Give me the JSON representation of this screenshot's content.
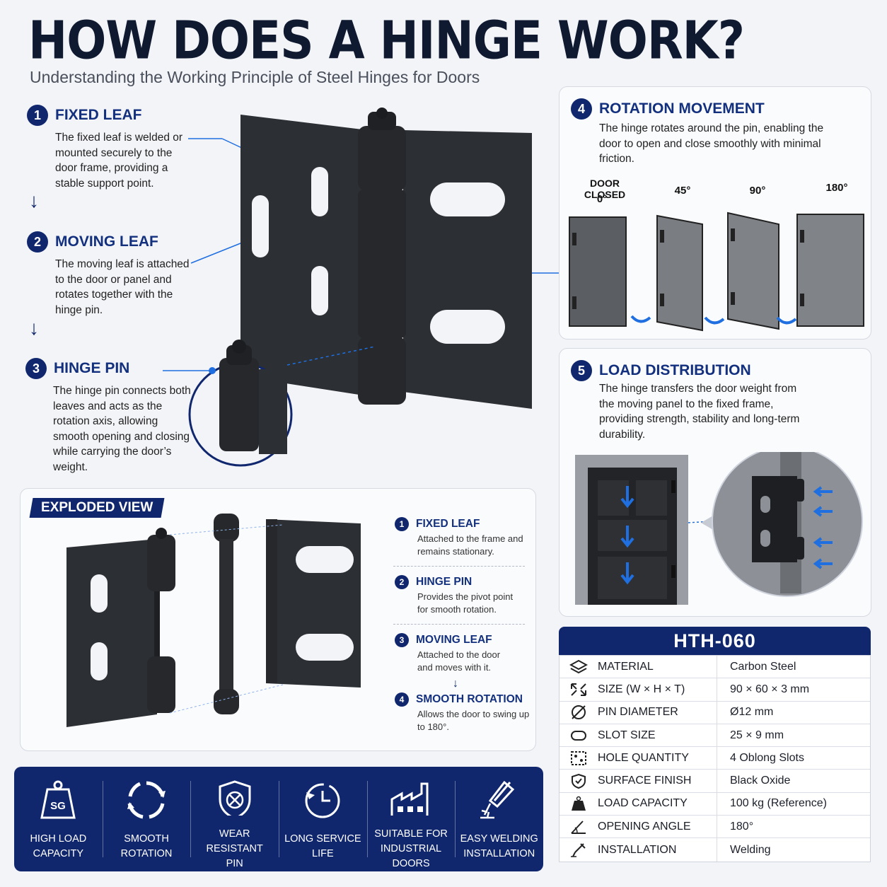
{
  "header": {
    "title": "HOW DOES A HINGE WORK?",
    "subtitle": "Understanding the Working Principle of Steel Hinges for Doors"
  },
  "steps": [
    {
      "num": "1",
      "title": "FIXED LEAF",
      "text": "The fixed leaf is welded or mounted securely to the door frame, providing a stable support point."
    },
    {
      "num": "2",
      "title": "MOVING LEAF",
      "text": "The moving leaf is attached to the door or panel and rotates together with the hinge pin."
    },
    {
      "num": "3",
      "title": "HINGE PIN",
      "text": "The hinge pin connects both leaves and acts as the rotation axis, allowing smooth opening and closing while carrying the door’s weight."
    }
  ],
  "rotation": {
    "num": "4",
    "title": "ROTATION MOVEMENT",
    "text": "The hinge rotates around the pin, enabling the door to open and close smoothly with minimal friction.",
    "closed_label": "DOOR CLOSED",
    "angles": [
      "0°",
      "45°",
      "90°",
      "180°"
    ]
  },
  "load": {
    "num": "5",
    "title": "LOAD DISTRIBUTION",
    "text": "The hinge transfers the door weight from the moving panel to the fixed frame, providing strength, stability and long-term durability."
  },
  "exploded": {
    "tag": "EXPLODED VIEW",
    "items": [
      {
        "num": "1",
        "title": "FIXED LEAF",
        "text": "Attached to the frame and remains stationary."
      },
      {
        "num": "2",
        "title": "HINGE PIN",
        "text": "Provides the pivot point for smooth rotation."
      },
      {
        "num": "3",
        "title": "MOVING LEAF",
        "text": "Attached to the door and moves with it."
      },
      {
        "num": "4",
        "title": "SMOOTH ROTATION",
        "text": "Allows the door to swing up to 180°."
      }
    ]
  },
  "specs": {
    "model": "HTH-060",
    "rows": [
      {
        "icon": "layers-icon",
        "label": "MATERIAL",
        "value": "Carbon Steel"
      },
      {
        "icon": "expand-icon",
        "label": "SIZE (W × H × T)",
        "value": "90 × 60 × 3 mm"
      },
      {
        "icon": "diameter-icon",
        "label": "PIN DIAMETER",
        "value": "Ø12 mm"
      },
      {
        "icon": "slot-icon",
        "label": "SLOT SIZE",
        "value": "25 × 9 mm"
      },
      {
        "icon": "holes-icon",
        "label": "HOLE QUANTITY",
        "value": "4 Oblong Slots"
      },
      {
        "icon": "shield-icon",
        "label": "SURFACE FINISH",
        "value": "Black Oxide"
      },
      {
        "icon": "weight-icon",
        "label": "LOAD CAPACITY",
        "value": "100 kg (Reference)"
      },
      {
        "icon": "angle-icon",
        "label": "OPENING ANGLE",
        "value": "180°"
      },
      {
        "icon": "welding-icon",
        "label": "INSTALLATION",
        "value": "Welding"
      }
    ]
  },
  "features": [
    {
      "icon": "weight-icon",
      "icon_text": "SG",
      "label_1": "HIGH LOAD",
      "label_2": "CAPACITY"
    },
    {
      "icon": "rotation-icon",
      "label_1": "SMOOTH",
      "label_2": "ROTATION"
    },
    {
      "icon": "shield-icon",
      "label_1": "WEAR RESISTANT",
      "label_2": "PIN"
    },
    {
      "icon": "clock-icon",
      "label_1": "LONG SERVICE",
      "label_2": "LIFE"
    },
    {
      "icon": "factory-icon",
      "label_1": "SUITABLE FOR",
      "label_2": "INDUSTRIAL DOORS"
    },
    {
      "icon": "welding-icon",
      "label_1": "EASY WELDING",
      "label_2": "INSTALLATION"
    }
  ],
  "colors": {
    "navy": "#10276e",
    "heading_blue": "#13307e",
    "accent_blue": "#1f6fe0",
    "steel": "#2c2f33"
  }
}
